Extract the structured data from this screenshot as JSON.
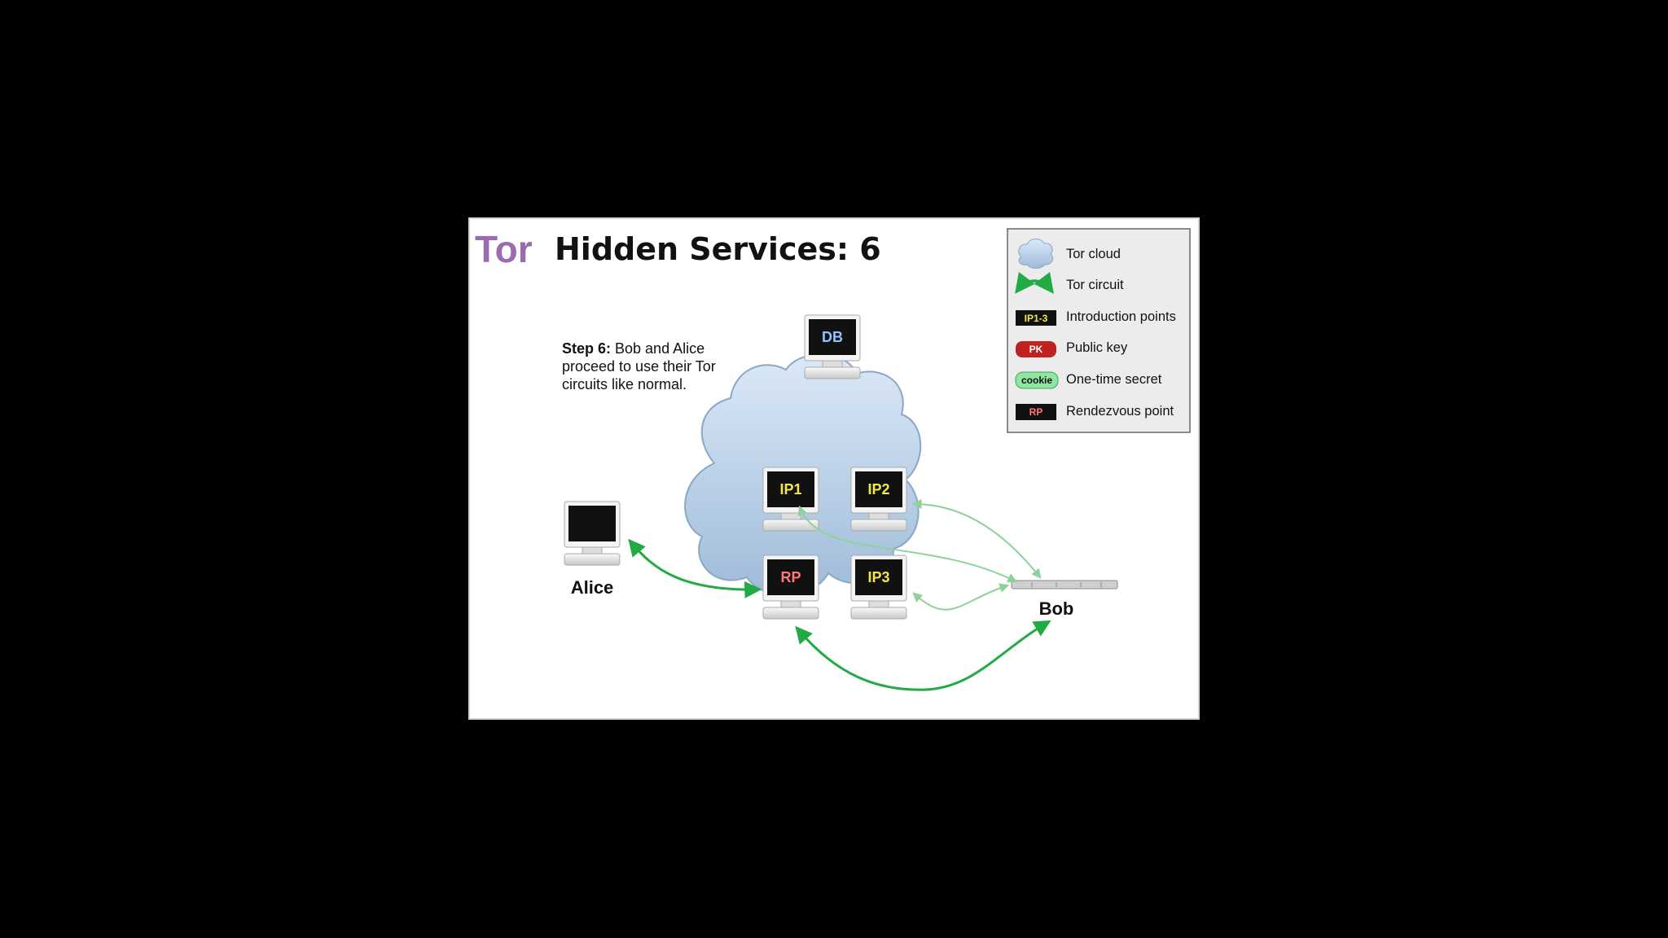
{
  "logo": {
    "text": "Tor"
  },
  "title": "Hidden Services: 6",
  "step": {
    "bold": "Step 6:",
    "line1": " Bob and Alice",
    "line2": "proceed to use their Tor",
    "line3": "circuits like normal."
  },
  "nodes": {
    "db": "DB",
    "ip1": "IP1",
    "ip2": "IP2",
    "ip3": "IP3",
    "rp": "RP",
    "alice": "Alice",
    "bob": "Bob"
  },
  "legend": {
    "items": [
      {
        "icon": "cloud-icon",
        "label": "Tor cloud"
      },
      {
        "icon": "circuit-arrow-icon",
        "label": "Tor circuit"
      },
      {
        "badge": "IP1-3",
        "label": "Introduction points"
      },
      {
        "badge": "PK",
        "label": "Public key"
      },
      {
        "badge": "cookie",
        "label": "One-time secret"
      },
      {
        "badge": "RP",
        "label": "Rendezvous point"
      }
    ]
  },
  "colors": {
    "circuit": "#22aa44",
    "ip_text": "#f2e64a",
    "rp_text": "#ff7777",
    "db_text": "#8cc4ff",
    "pk_badge": "#c0221f",
    "cookie_badge": "#8fe6a0",
    "logo": "#9b6bb0"
  }
}
